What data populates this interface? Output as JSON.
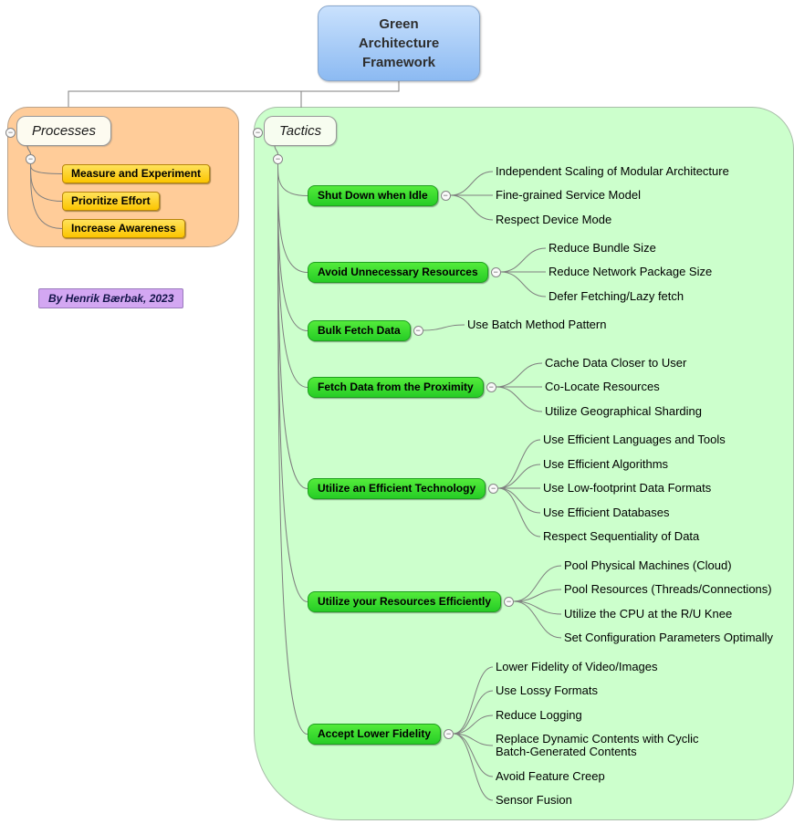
{
  "colors": {
    "root_blue": "#A9CDF7",
    "processes_cloud": "#FFCC99",
    "tactics_cloud": "#CCFFCC",
    "process_item_yellow": "#FFD24A",
    "tactic_green": "#35DB35",
    "note_purple": "#D3A7F2"
  },
  "icons": {
    "collapse_glyph": "−"
  },
  "root": {
    "title": "Green\nArchitecture\nFramework"
  },
  "processes": {
    "label": "Processes",
    "items": [
      "Measure and Experiment",
      "Prioritize Effort",
      "Increase Awareness"
    ]
  },
  "note": {
    "text": "By Henrik Bærbak, 2023"
  },
  "tactics": {
    "label": "Tactics",
    "groups": [
      {
        "label": "Shut Down when Idle",
        "children": [
          "Independent Scaling of Modular Architecture",
          "Fine-grained Service Model",
          "Respect Device Mode"
        ]
      },
      {
        "label": "Avoid Unnecessary Resources",
        "children": [
          "Reduce Bundle Size",
          "Reduce Network Package Size",
          "Defer Fetching/Lazy fetch"
        ]
      },
      {
        "label": "Bulk Fetch Data",
        "children": [
          "Use Batch Method Pattern"
        ]
      },
      {
        "label": "Fetch Data from the Proximity",
        "children": [
          "Cache Data Closer to User",
          "Co-Locate Resources",
          "Utilize Geographical Sharding"
        ]
      },
      {
        "label": "Utilize an Efficient Technology",
        "children": [
          "Use Efficient Languages and Tools",
          "Use Efficient Algorithms",
          "Use Low-footprint Data Formats",
          "Use Efficient Databases",
          "Respect Sequentiality of Data"
        ]
      },
      {
        "label": "Utilize your Resources Efficiently",
        "children": [
          "Pool Physical Machines (Cloud)",
          "Pool Resources (Threads/Connections)",
          "Utilize the CPU at the R/U Knee",
          "Set Configuration Parameters Optimally"
        ]
      },
      {
        "label": "Accept Lower Fidelity",
        "children": [
          "Lower Fidelity of Video/Images",
          "Use Lossy Formats",
          "Reduce Logging",
          "Replace Dynamic Contents with Cyclic Batch-Generated Contents",
          "Avoid Feature Creep",
          "Sensor Fusion"
        ]
      }
    ]
  }
}
